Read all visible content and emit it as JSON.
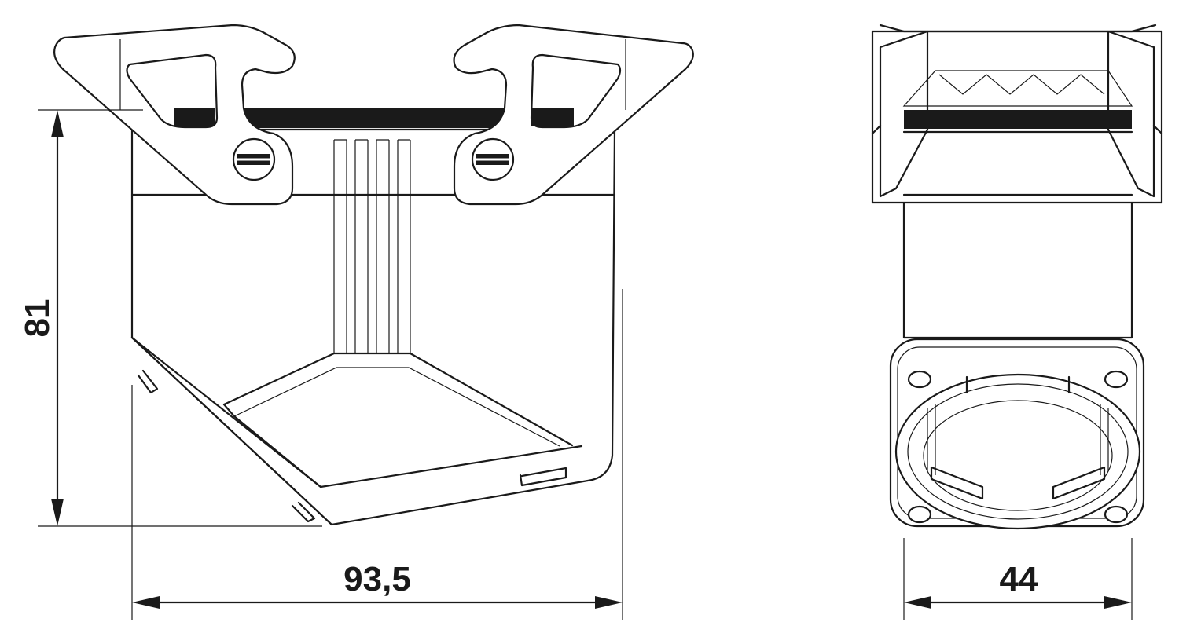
{
  "dimensions": {
    "height": "81",
    "width": "93,5",
    "depth": "44"
  },
  "colors": {
    "line": "#1a1a1a",
    "background": "#ffffff"
  }
}
